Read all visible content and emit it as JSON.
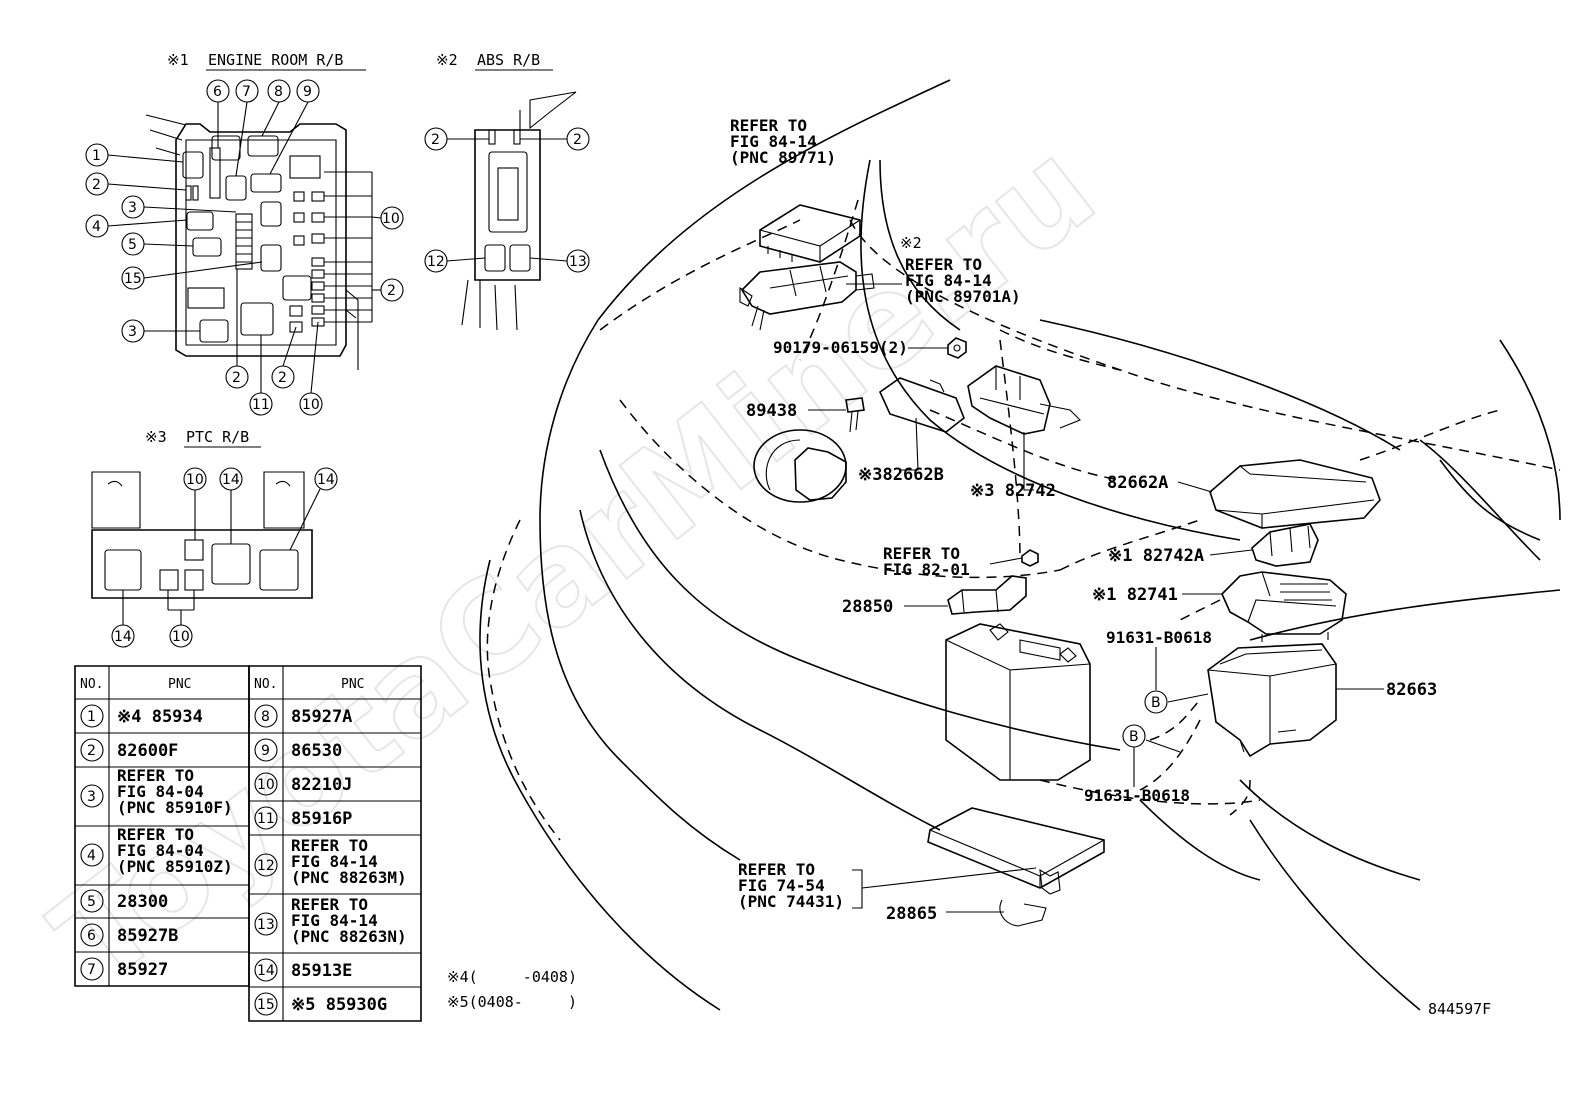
{
  "watermark": "ToyotaCarMine.ru",
  "figure_id": "844597F",
  "insets": {
    "engine_room": {
      "mark": "※1",
      "title": "ENGINE ROOM R/B"
    },
    "abs": {
      "mark": "※2",
      "title": "ABS R/B"
    },
    "ptc": {
      "mark": "※3",
      "title": "PTC R/B"
    }
  },
  "callouts": {
    "n1": "1",
    "n2": "2",
    "n3": "3",
    "n4": "4",
    "n5": "5",
    "n6": "6",
    "n7": "7",
    "n8": "8",
    "n9": "9",
    "n10": "10",
    "n11": "11",
    "n12": "12",
    "n13": "13",
    "n14": "14",
    "n15": "15",
    "b": "B"
  },
  "table": {
    "headers": {
      "no": "NO.",
      "pnc": "PNC"
    },
    "left_rows": [
      {
        "no": "1",
        "lines": [
          "※4 85934"
        ]
      },
      {
        "no": "2",
        "lines": [
          "82600F"
        ]
      },
      {
        "no": "3",
        "lines": [
          "REFER TO",
          "FIG 84-04",
          "(PNC 85910F)"
        ]
      },
      {
        "no": "4",
        "lines": [
          "REFER TO",
          "FIG 84-04",
          "(PNC 85910Z)"
        ]
      },
      {
        "no": "5",
        "lines": [
          "28300"
        ]
      },
      {
        "no": "6",
        "lines": [
          "85927B"
        ]
      },
      {
        "no": "7",
        "lines": [
          "85927"
        ]
      }
    ],
    "right_rows": [
      {
        "no": "8",
        "lines": [
          "85927A"
        ]
      },
      {
        "no": "9",
        "lines": [
          "86530"
        ]
      },
      {
        "no": "10",
        "lines": [
          "82210J"
        ]
      },
      {
        "no": "11",
        "lines": [
          "85916P"
        ]
      },
      {
        "no": "12",
        "lines": [
          "REFER TO",
          "FIG 84-14",
          "(PNC 88263M)"
        ]
      },
      {
        "no": "13",
        "lines": [
          "REFER TO",
          "FIG 84-14",
          "(PNC 88263N)"
        ]
      },
      {
        "no": "14",
        "lines": [
          "85913E"
        ]
      },
      {
        "no": "15",
        "lines": [
          "※5 85930G"
        ]
      }
    ]
  },
  "notes": {
    "n4": "※4(     -0408)",
    "n5": "※5(0408-     )"
  },
  "parts": {
    "ref_89771": [
      "REFER TO",
      "FIG 84-14",
      "(PNC 89771)"
    ],
    "ref_89701a_mark": "※2",
    "ref_89701a": [
      "REFER TO",
      "FIG 84-14",
      "(PNC 89701A)"
    ],
    "bolt_90179": "90179-06159(2)",
    "p89438": "89438",
    "p82662b": "※382662B",
    "p82742_ptc": "※3 82742",
    "p82662a": "82662A",
    "p82742a": "※1 82742A",
    "p82741": "※1 82741",
    "ref_82_01": [
      "REFER TO",
      "FIG 82-01"
    ],
    "p28850": "28850",
    "bolt_91631_top": "91631-B0618",
    "p82663": "82663",
    "bolt_91631_bottom": "91631-B0618",
    "ref_74431": [
      "REFER TO",
      "FIG 74-54",
      "(PNC 74431)"
    ],
    "p28865": "28865"
  }
}
